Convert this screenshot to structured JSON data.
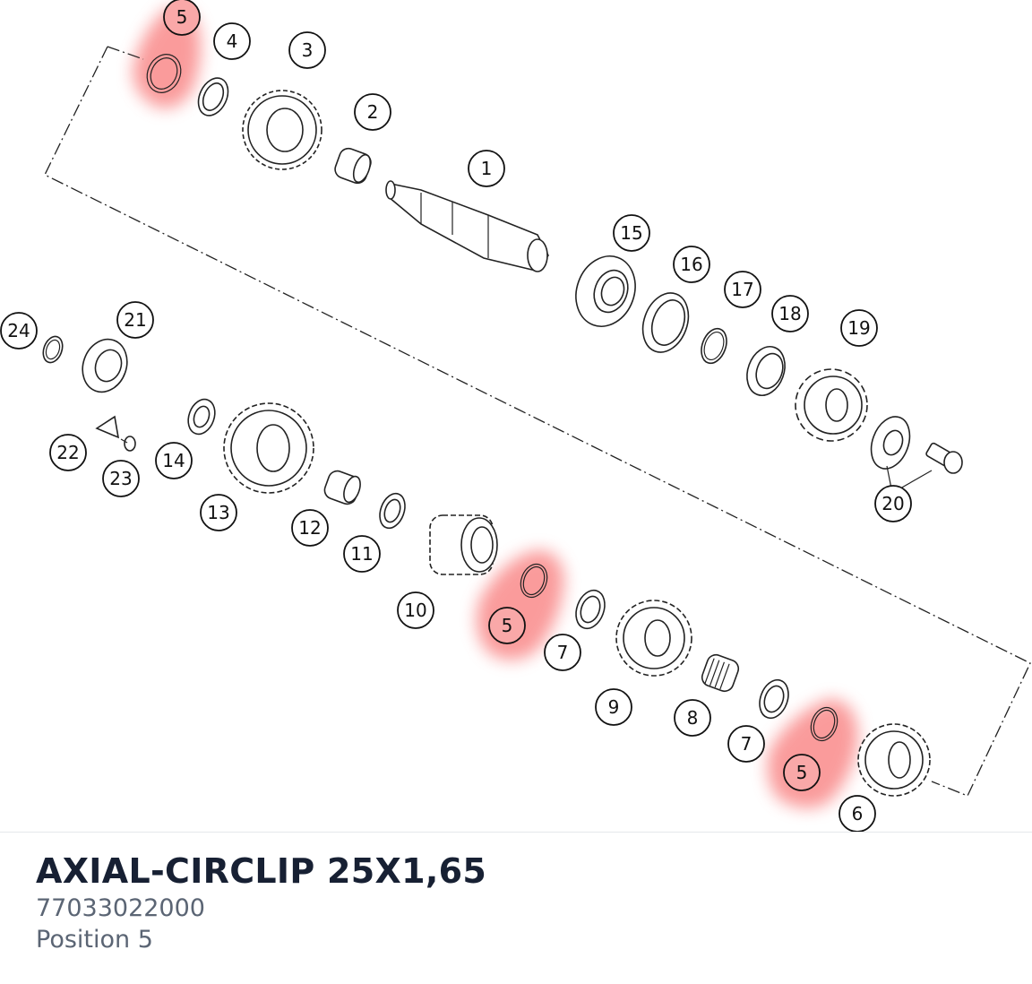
{
  "part": {
    "title": "AXIAL-CIRCLIP 25X1,65",
    "number": "77033022000",
    "position": "Position 5"
  },
  "colors": {
    "highlight": "#f87171",
    "title": "#172033",
    "subtitle": "#5b6574"
  },
  "diagram": {
    "highlighted_position": "5",
    "callouts": [
      {
        "id": "c1",
        "label": "1"
      },
      {
        "id": "c2",
        "label": "2"
      },
      {
        "id": "c3",
        "label": "3"
      },
      {
        "id": "c4",
        "label": "4"
      },
      {
        "id": "c5a",
        "label": "5"
      },
      {
        "id": "c5b",
        "label": "5"
      },
      {
        "id": "c5c",
        "label": "5"
      },
      {
        "id": "c6",
        "label": "6"
      },
      {
        "id": "c7a",
        "label": "7"
      },
      {
        "id": "c7b",
        "label": "7"
      },
      {
        "id": "c8",
        "label": "8"
      },
      {
        "id": "c9",
        "label": "9"
      },
      {
        "id": "c10",
        "label": "10"
      },
      {
        "id": "c11",
        "label": "11"
      },
      {
        "id": "c12",
        "label": "12"
      },
      {
        "id": "c13",
        "label": "13"
      },
      {
        "id": "c14",
        "label": "14"
      },
      {
        "id": "c15",
        "label": "15"
      },
      {
        "id": "c16",
        "label": "16"
      },
      {
        "id": "c17",
        "label": "17"
      },
      {
        "id": "c18",
        "label": "18"
      },
      {
        "id": "c19",
        "label": "19"
      },
      {
        "id": "c20",
        "label": "20"
      },
      {
        "id": "c21",
        "label": "21"
      },
      {
        "id": "c22",
        "label": "22"
      },
      {
        "id": "c23",
        "label": "23"
      },
      {
        "id": "c24",
        "label": "24"
      }
    ]
  }
}
